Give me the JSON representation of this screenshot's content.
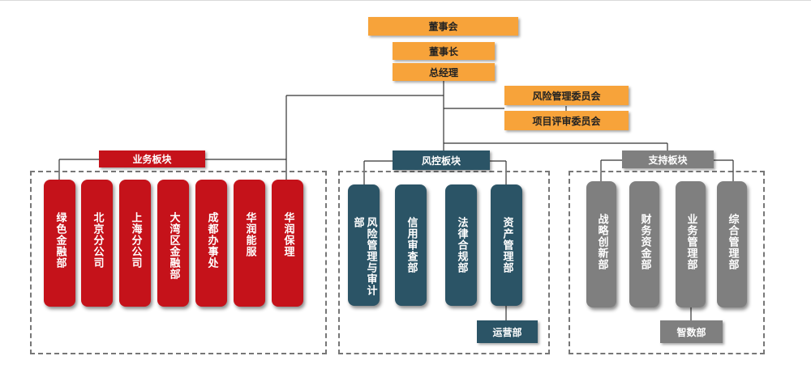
{
  "top": {
    "board": "董事会",
    "chairman": "董事长",
    "gm": "总经理",
    "risk_committee": "风险管理委员会",
    "project_committee": "项目评审委员会"
  },
  "sections": [
    {
      "title": "业务板块",
      "color": "#c5121a",
      "departments": [
        "绿色金融部",
        "北京分公司",
        "上海分公司",
        "大湾区金融部",
        "成都办事处",
        "华润能服",
        "华润保理"
      ]
    },
    {
      "title": "风控板块",
      "color": "#2b5466",
      "departments": [
        "风险管理与审计部",
        "信用审查部",
        "法律合规部",
        "资产管理部"
      ],
      "sub_department": "运营部"
    },
    {
      "title": "支持板块",
      "color": "#7f7f7f",
      "departments": [
        "战略创新部",
        "财务资金部",
        "业务管理部",
        "综合管理部"
      ],
      "sub_department": "智数部"
    }
  ]
}
